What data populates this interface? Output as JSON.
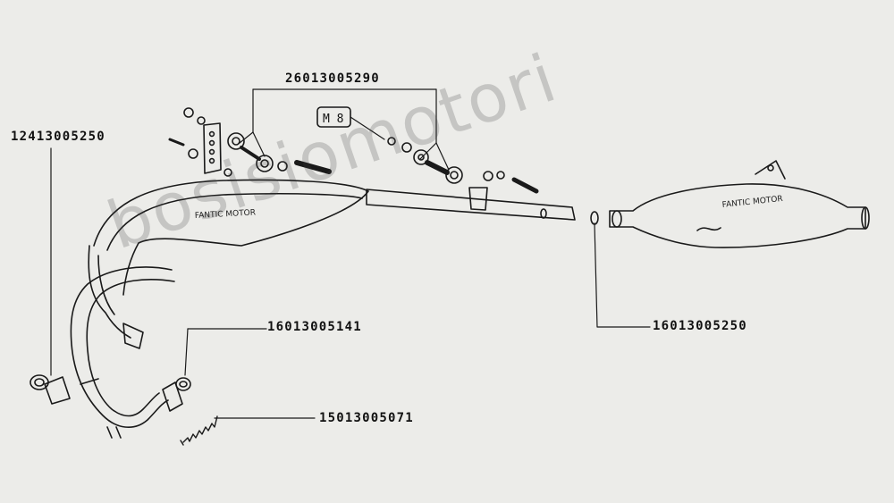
{
  "diagram": {
    "labels": {
      "mount_kit": "26013005290",
      "bolt_size": "M 8",
      "manifold_gasket": "12413005250",
      "o_ring_clip": "16013005141",
      "silencer_oring": "16013005250",
      "spring": "15013005071"
    },
    "stamps": {
      "expansion_brand": "FANTIC MOTOR",
      "silencer_brand": "FANTIC MOTOR"
    },
    "watermark": "bosisiomotori"
  }
}
